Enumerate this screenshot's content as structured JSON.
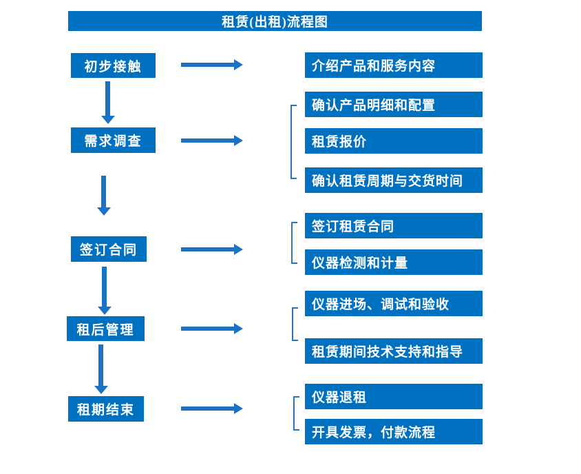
{
  "title": "租赁(出租)流程图",
  "colors": {
    "box_blue": "#0070C0",
    "arrow_blue": "#1B72C4",
    "bracket_blue": "#2E74B5",
    "text_white": "#FFFFFF"
  },
  "steps": [
    {
      "label": "初步接触",
      "outputs": [
        "介绍产品和服务内容"
      ]
    },
    {
      "label": "需求调查",
      "outputs": [
        "确认产品明细和配置",
        "租赁报价",
        "确认租赁周期与交货时间"
      ]
    },
    {
      "label": "签订合同",
      "outputs": [
        "签订租赁合同",
        "仪器检测和计量"
      ]
    },
    {
      "label": "租后管理",
      "outputs": [
        "仪器进场、调试和验收",
        "租赁期间技术支持和指导"
      ]
    },
    {
      "label": "租期结束",
      "outputs": [
        "仪器退租",
        "开具发票，付款流程"
      ]
    }
  ]
}
